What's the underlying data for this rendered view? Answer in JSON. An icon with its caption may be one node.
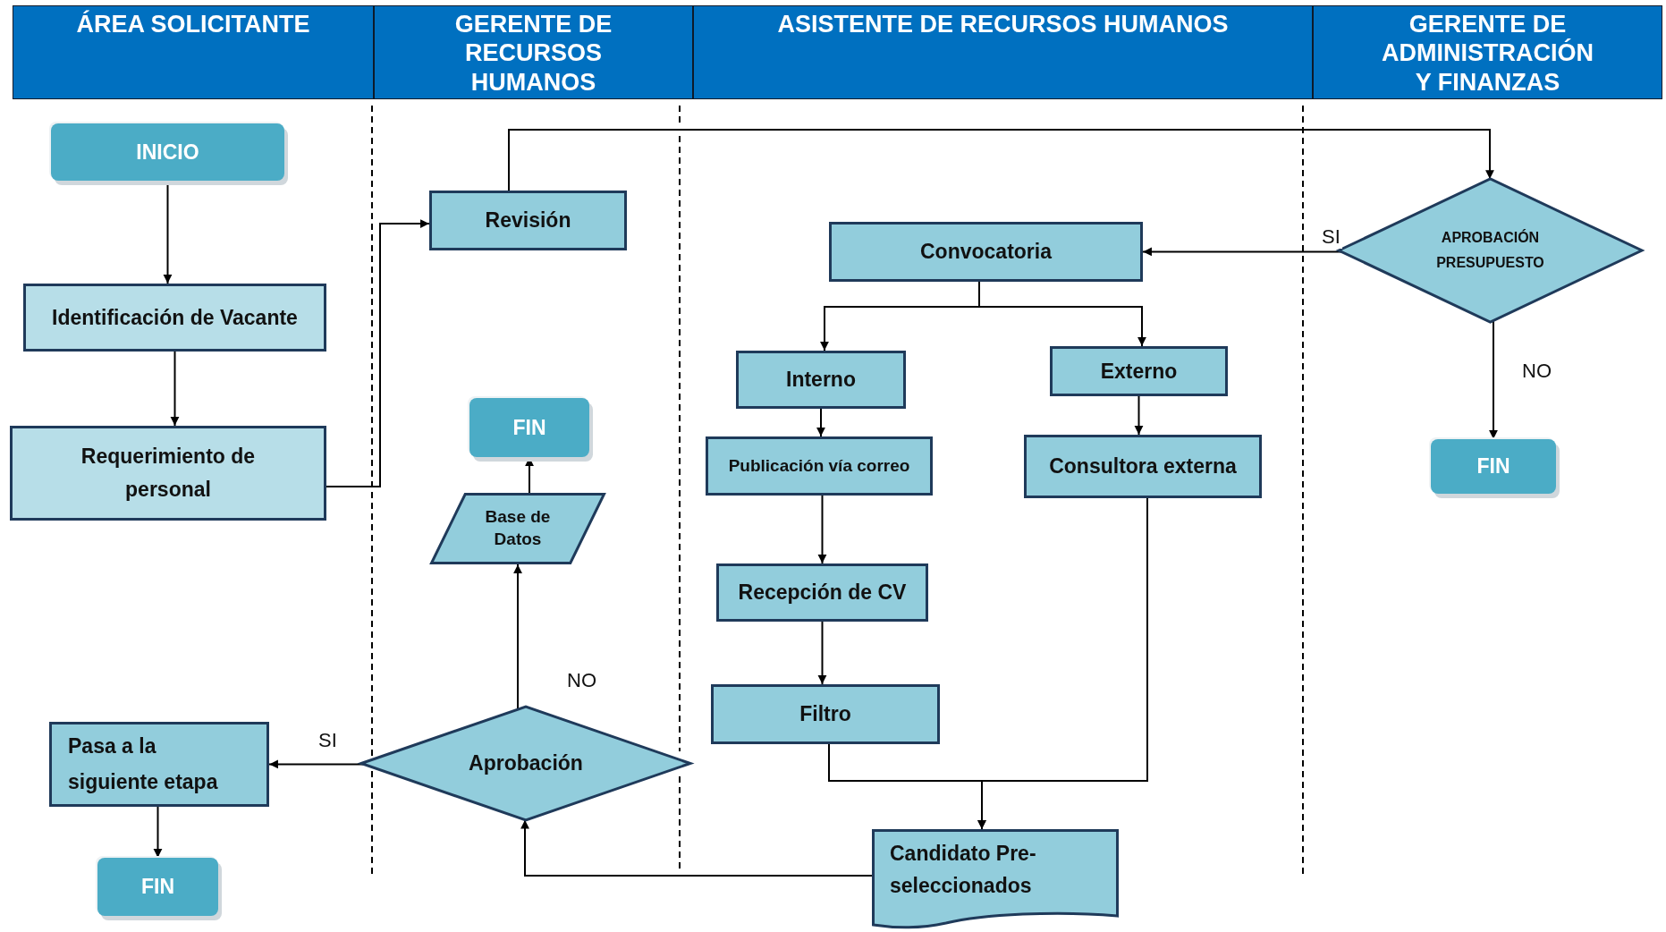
{
  "diagram": {
    "nodes": [
      {
        "text": [
          "ÁREA SOLICITANTE"
        ]
      },
      {
        "text": [
          "GERENTE DE RECURSOS HUMANOS"
        ]
      },
      {
        "text": [
          "ASISTENTE DE RECURSOS HUMANOS"
        ]
      },
      {
        "text": [
          "GERENTE DE ADMINISTRACIÓN Y FINANZAS"
        ]
      },
      {
        "text": [
          "INICIO"
        ]
      },
      {
        "text": [
          "Identificación de Vacante"
        ]
      },
      {
        "text": [
          "Requerimiento de personal"
        ]
      },
      {
        "text": [
          "Revisión"
        ]
      },
      {
        "text": [
          "FIN"
        ]
      },
      {
        "text": [
          "Base de Datos"
        ]
      },
      {
        "text": [
          "Aprobación"
        ]
      },
      {
        "text": [
          "Pasa a la siguiente etapa"
        ]
      },
      {
        "text": [
          "FIN"
        ]
      },
      {
        "text": [
          "Convocatoria"
        ]
      },
      {
        "text": [
          "Interno"
        ]
      },
      {
        "text": [
          "Externo"
        ]
      },
      {
        "text": [
          "Publicación vía correo"
        ]
      },
      {
        "text": [
          "Consultora externa"
        ]
      },
      {
        "text": [
          "Recepción de CV"
        ]
      },
      {
        "text": [
          "Filtro"
        ]
      },
      {
        "text": [
          "Candidato Pre-seleccionados"
        ]
      },
      {
        "text": [
          "APROBACIÓN PRESUPUESTO"
        ]
      },
      {
        "text": [
          "FIN"
        ]
      }
    ],
    "edges": [
      {
        "from": 4,
        "to": 5,
        "arrow": "to"
      },
      {
        "from": 5,
        "to": 6,
        "arrow": "to"
      },
      {
        "from": 6,
        "to": 7,
        "arrow": "to"
      },
      {
        "from": 7,
        "to": 21,
        "arrow": "to"
      },
      {
        "from": 21,
        "to": 13,
        "arrow": "to",
        "label": "SI"
      },
      {
        "from": 21,
        "to": 22,
        "arrow": "to",
        "label": "NO"
      },
      {
        "from": 13,
        "to": 14,
        "arrow": "to"
      },
      {
        "from": 13,
        "to": 15,
        "arrow": "to"
      },
      {
        "from": 14,
        "to": 16,
        "arrow": "to"
      },
      {
        "from": 15,
        "to": 17,
        "arrow": "to"
      },
      {
        "from": 16,
        "to": 18,
        "arrow": "to"
      },
      {
        "from": 18,
        "to": 19,
        "arrow": "to"
      },
      {
        "from": 19,
        "to": 20,
        "arrow": "to"
      },
      {
        "from": 17,
        "to": 20,
        "arrow": "to"
      },
      {
        "from": 20,
        "to": 10,
        "arrow": "to"
      },
      {
        "from": 10,
        "to": 11,
        "arrow": "to",
        "label": "SI"
      },
      {
        "from": 10,
        "to": 9,
        "arrow": "to",
        "label": "NO"
      },
      {
        "from": 9,
        "to": 8,
        "arrow": "to"
      },
      {
        "from": 11,
        "to": 12,
        "arrow": "to"
      }
    ]
  }
}
